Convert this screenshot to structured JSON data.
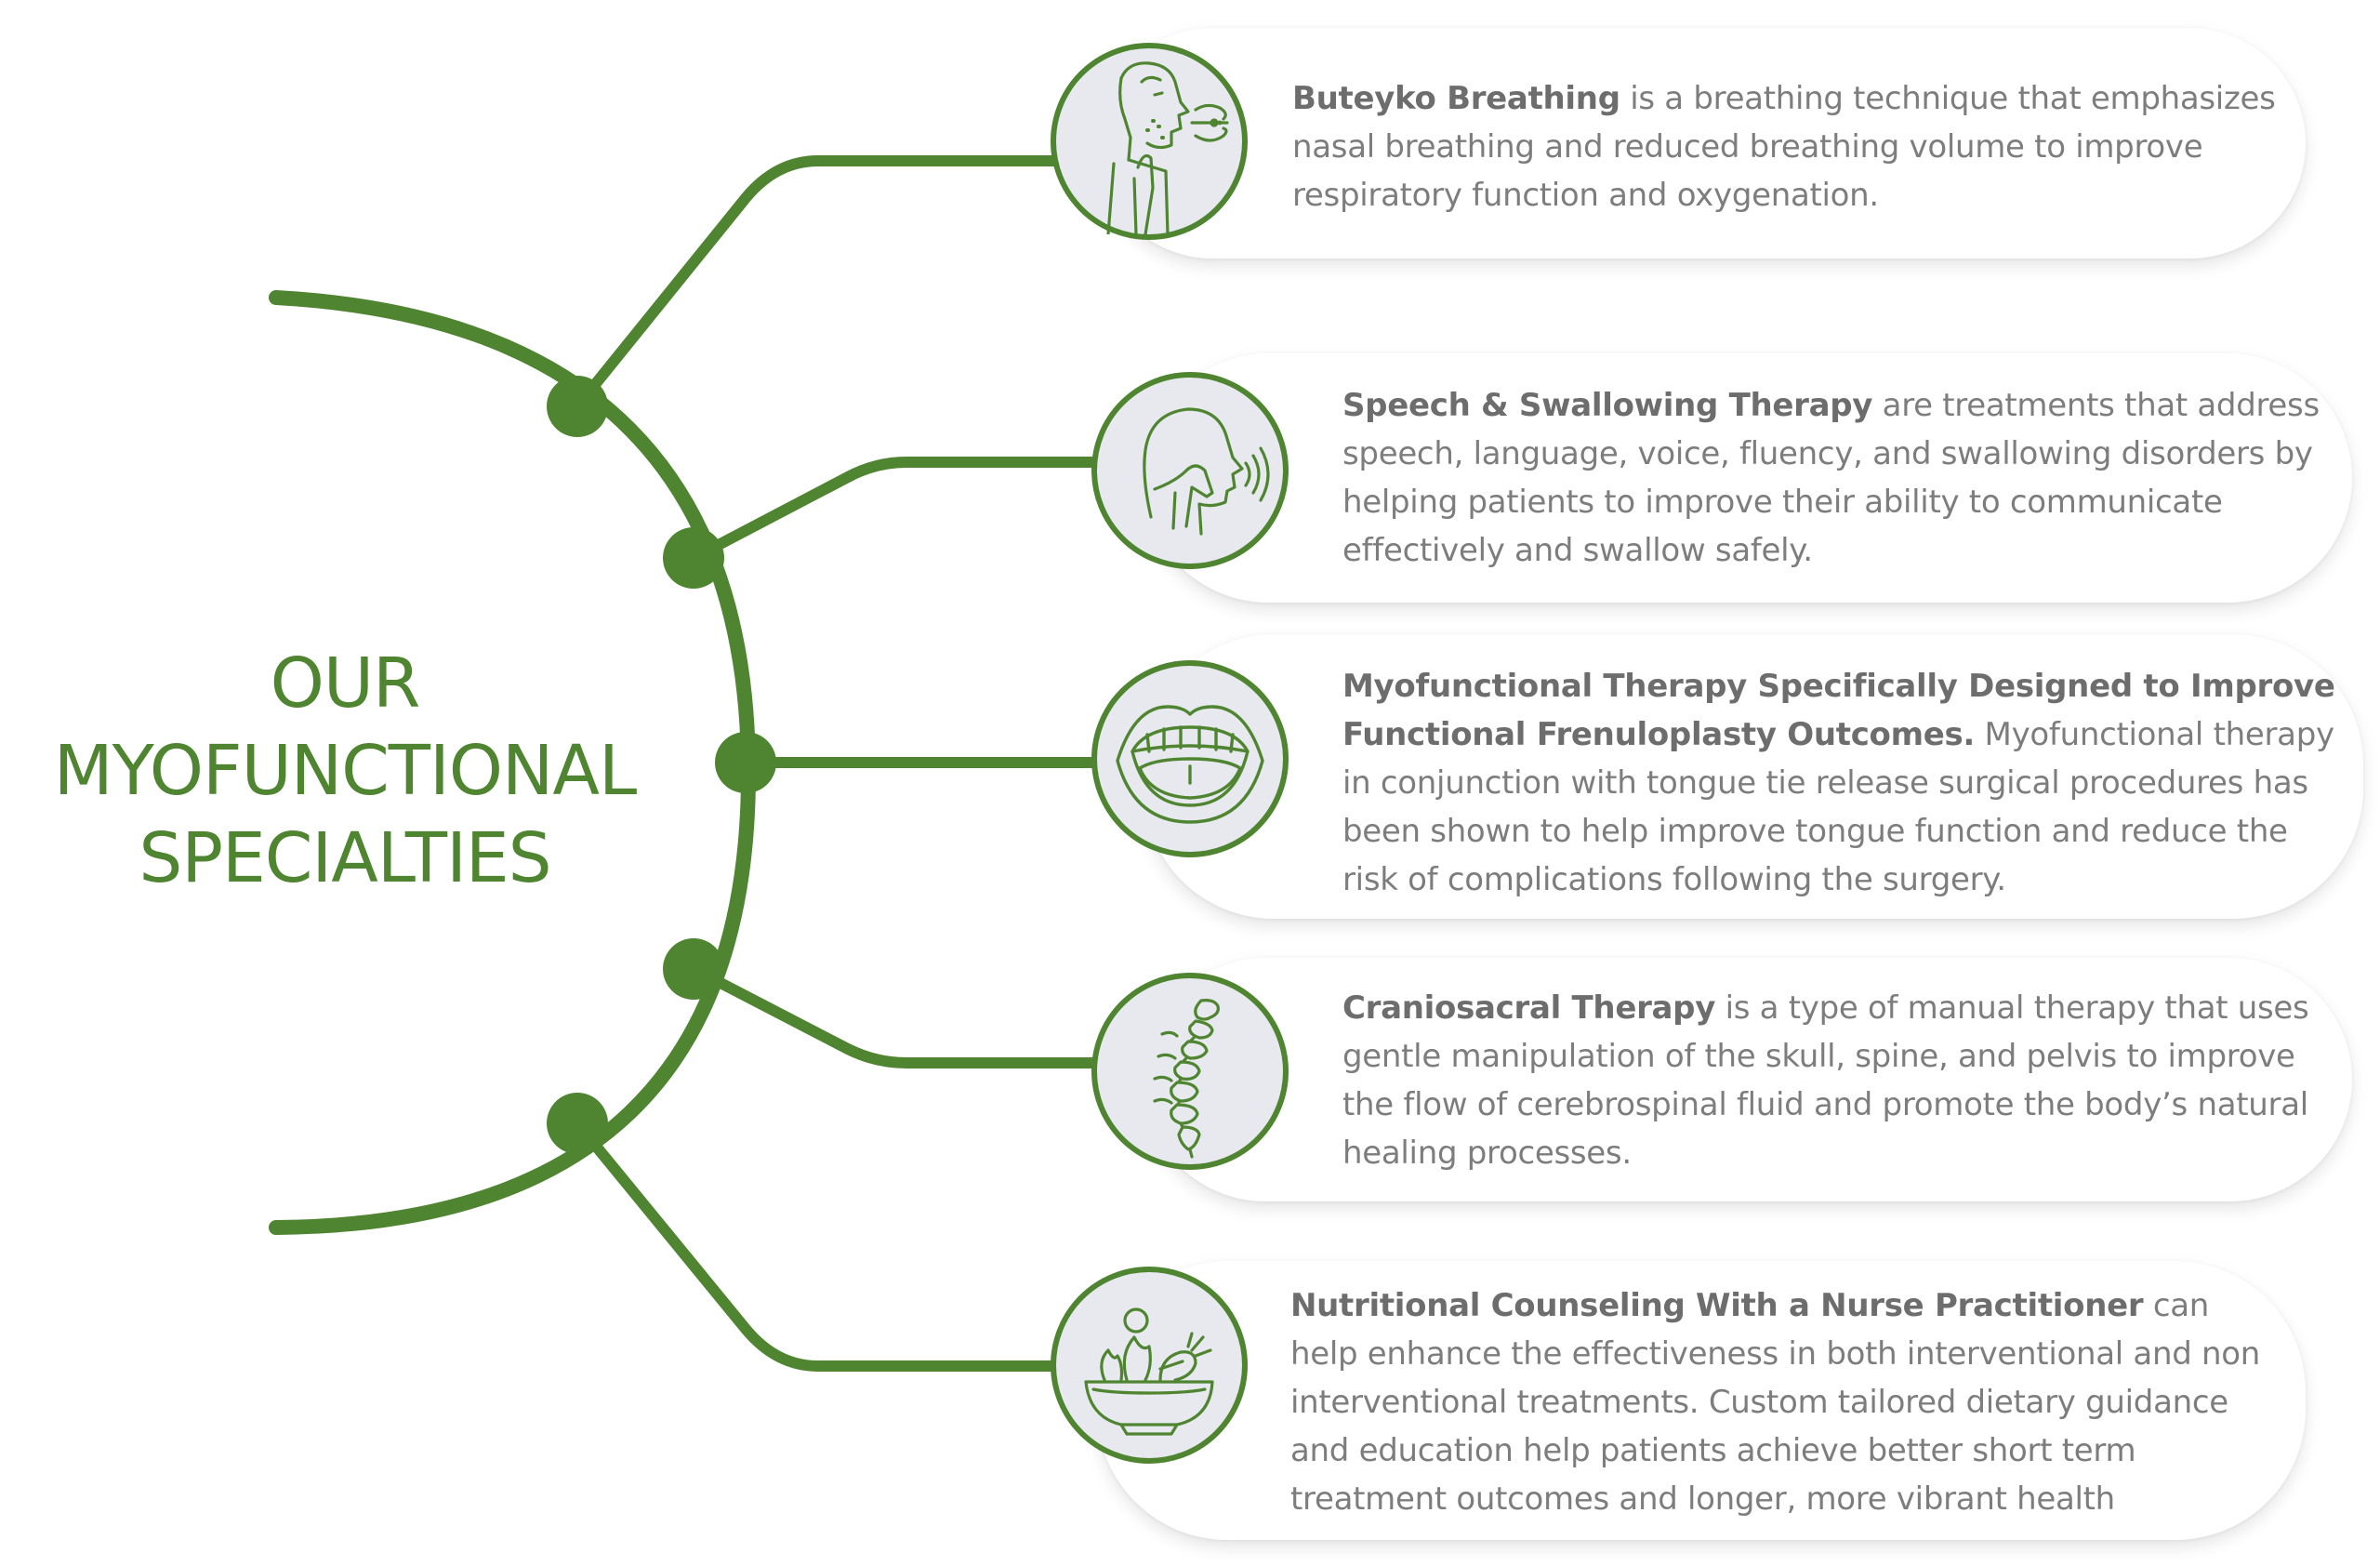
{
  "title": {
    "lines": [
      "OUR",
      "MYOFUNCTIONAL",
      "SPECIALTIES"
    ]
  },
  "colors": {
    "accent": "#4f8531",
    "icon_bg": "#e7e9ef",
    "text": "#7d7d7d",
    "heading_text": "#6d6d6d"
  },
  "specialties": [
    {
      "icon": "breathing-person-icon",
      "heading": "Buteyko Breathing",
      "body": " is a breathing technique that emphasizes nasal breathing and reduced breathing volume to improve respiratory function and oxygenation."
    },
    {
      "icon": "speech-head-icon",
      "heading": "Speech & Swallowing Therapy",
      "body": " are treatments that address speech, language, voice, fluency, and swallowing disorders by helping patients to improve their ability to communicate effectively and swallow safely."
    },
    {
      "icon": "open-mouth-icon",
      "heading": "Myofunctional Therapy Specifically Designed to Improve Functional Frenuloplasty Outcomes.",
      "body": " Myofunctional therapy in conjunction with tongue tie release surgical procedures has been shown to help improve tongue function and reduce the risk of complications following the surgery."
    },
    {
      "icon": "spine-icon",
      "heading": "Craniosacral Therapy",
      "body": " is a type of manual therapy that uses gentle manipulation of the skull, spine, and pelvis to improve the flow of cerebrospinal fluid and promote the body’s natural healing processes."
    },
    {
      "icon": "salad-bowl-icon",
      "heading": "Nutritional Counseling With a Nurse Practitioner",
      "body": " can help enhance the effectiveness in both interventional and non interventional treatments. Custom tailored dietary guidance and education help patients achieve better short term treatment outcomes and longer, more vibrant health"
    }
  ]
}
